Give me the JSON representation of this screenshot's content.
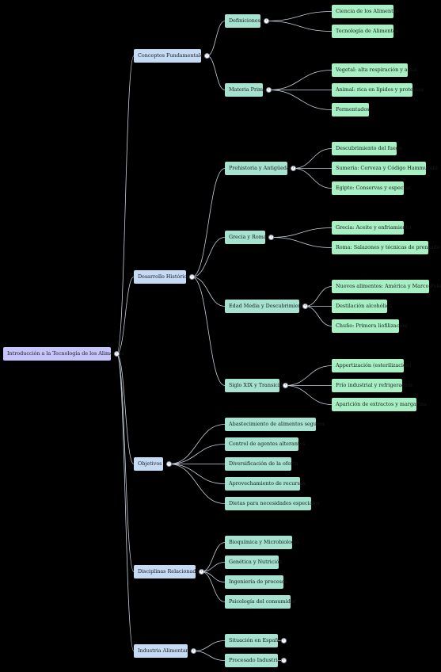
{
  "mindmap": {
    "root": {
      "label": "Introducción a la Tecnología de los Alimentos",
      "children": [
        {
          "label": "Conceptos Fundamentales",
          "children": [
            {
              "label": "Definiciones",
              "children": [
                {
                  "label": "Ciencia de los Alimentos"
                },
                {
                  "label": "Tecnología de Alimentos"
                }
              ]
            },
            {
              "label": "Materia Prima",
              "children": [
                {
                  "label": "Vegetal: alta respiración y agua"
                },
                {
                  "label": "Animal: rica en lípidos y proteínas"
                },
                {
                  "label": "Fermentados"
                }
              ]
            }
          ]
        },
        {
          "label": "Desarrollo Histórico",
          "children": [
            {
              "label": "Prehistoria y Antigüedad",
              "children": [
                {
                  "label": "Descubrimiento del fuego"
                },
                {
                  "label": "Sumeria: Cerveza y Código Hammurabi"
                },
                {
                  "label": "Egipto: Conservas y especias"
                }
              ]
            },
            {
              "label": "Grecia y Roma",
              "children": [
                {
                  "label": "Grecia: Aceite y enfriamiento"
                },
                {
                  "label": "Roma: Salazones y técnicas de prensado"
                }
              ]
            },
            {
              "label": "Edad Media y Descubrimiento",
              "children": [
                {
                  "label": "Nuevos alimentos: América y Marco Polo"
                },
                {
                  "label": "Destilación alcohólica"
                },
                {
                  "label": "Chuño: Primera liofilización"
                }
              ]
            },
            {
              "label": "Siglo XIX y Transición",
              "children": [
                {
                  "label": "Appertización (esterilización)"
                },
                {
                  "label": "Frío industrial y refrigeración"
                },
                {
                  "label": "Aparición de extractos y margarina"
                }
              ]
            }
          ]
        },
        {
          "label": "Objetivos",
          "children": [
            {
              "label": "Abastecimiento de alimentos seguros"
            },
            {
              "label": "Control de agentes alterantes"
            },
            {
              "label": "Diversificación de la oferta"
            },
            {
              "label": "Aprovechamiento de recursos"
            },
            {
              "label": "Dietas para necesidades especiales"
            }
          ]
        },
        {
          "label": "Disciplinas Relacionadas",
          "children": [
            {
              "label": "Bioquímica y Microbiología"
            },
            {
              "label": "Genética y Nutrición"
            },
            {
              "label": "Ingeniería de procesos"
            },
            {
              "label": "Psicología del consumidor"
            }
          ]
        },
        {
          "label": "Industria Alimentaria",
          "children": [
            {
              "label": "Situación en España",
              "collapsed": true
            },
            {
              "label": "Procesado Industrial",
              "collapsed": true
            }
          ]
        }
      ]
    },
    "colors": {
      "root": "#c6c4fb",
      "level1": "#c5daf4",
      "level2": "#a5e2cf",
      "level3": "#a6f0c4",
      "edge": "#c8d0dc",
      "background": "#000000"
    },
    "icons": {
      "expanded": "chevron-left-icon",
      "collapsed": "chevron-right-icon"
    }
  }
}
